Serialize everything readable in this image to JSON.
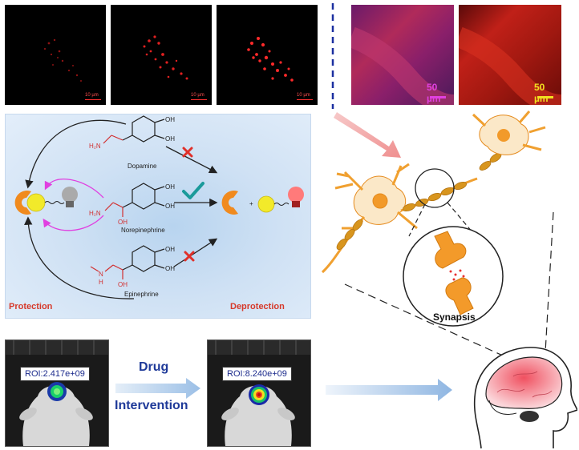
{
  "confocal": {
    "scalebar_label": "10 µm"
  },
  "tissue": {
    "left_scalebar_label": "50 µm",
    "right_scalebar_label": "50 µm",
    "left_scalebar_color": "#e040e0",
    "right_scalebar_color": "#f0e020"
  },
  "scheme": {
    "molecules": {
      "dopamine": "Dopamine",
      "norepinephrine": "Norepinephrine",
      "epinephrine": "Epinephrine"
    },
    "chem_text": {
      "oh": "OH",
      "h2n": "H₂N",
      "nh": "N",
      "h": "H",
      "plus": "+"
    },
    "captions": {
      "protection": "Protection",
      "deprotection": "Deprotection"
    },
    "colors": {
      "protect_arrow": "#e040e0",
      "cross": "#e0302a",
      "check": "#1a9a9a",
      "probe_orange": "#f08a1e",
      "probe_yellow": "#f2ea2a"
    }
  },
  "imaging": {
    "before_roi": "ROI:2.417e+09",
    "after_roi": "ROI:8.240e+09",
    "drug_label_line1": "Drug",
    "drug_label_line2": "Intervention"
  },
  "neuron": {
    "synapse_label": "Synapsis",
    "neuron_color": "#f0a030"
  }
}
